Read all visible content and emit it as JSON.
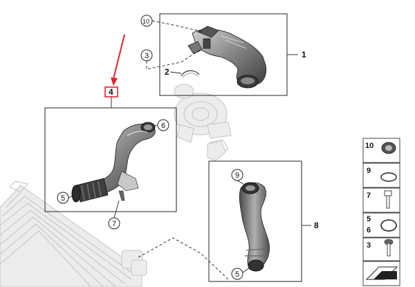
{
  "callouts": {
    "c10": "10",
    "c3": "3",
    "c2": "2",
    "c1": "1",
    "c4": "4",
    "c6": "6",
    "c5a": "5",
    "c7": "7",
    "c9": "9",
    "c8": "8",
    "c5b": "5"
  },
  "legend": {
    "items": [
      "10",
      "9",
      "7",
      "5",
      "6",
      "3"
    ]
  },
  "colors": {
    "highlight": "#e8202a",
    "hose": "#6e6e6e",
    "hose_light": "#b8b8b8",
    "hose_dark": "#2e2e2e",
    "ghost": "#c8c8c8"
  }
}
